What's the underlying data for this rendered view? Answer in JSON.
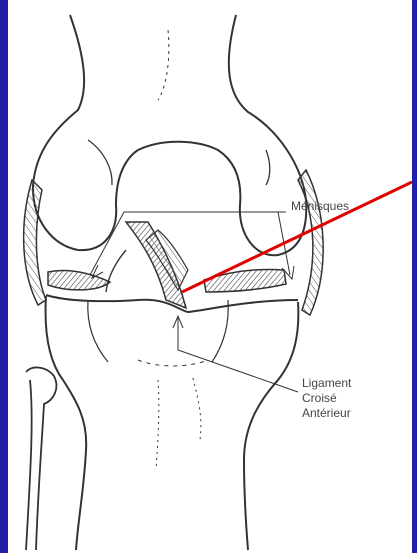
{
  "labels": {
    "menisques": "Ménisques",
    "ligament_line1": "Ligament",
    "ligament_line2": "Croisé",
    "ligament_line3": "Antérieur"
  },
  "colors": {
    "frame": "#2020a8",
    "background": "#ffffff",
    "ink": "#333333",
    "pointer": "#e00000"
  }
}
